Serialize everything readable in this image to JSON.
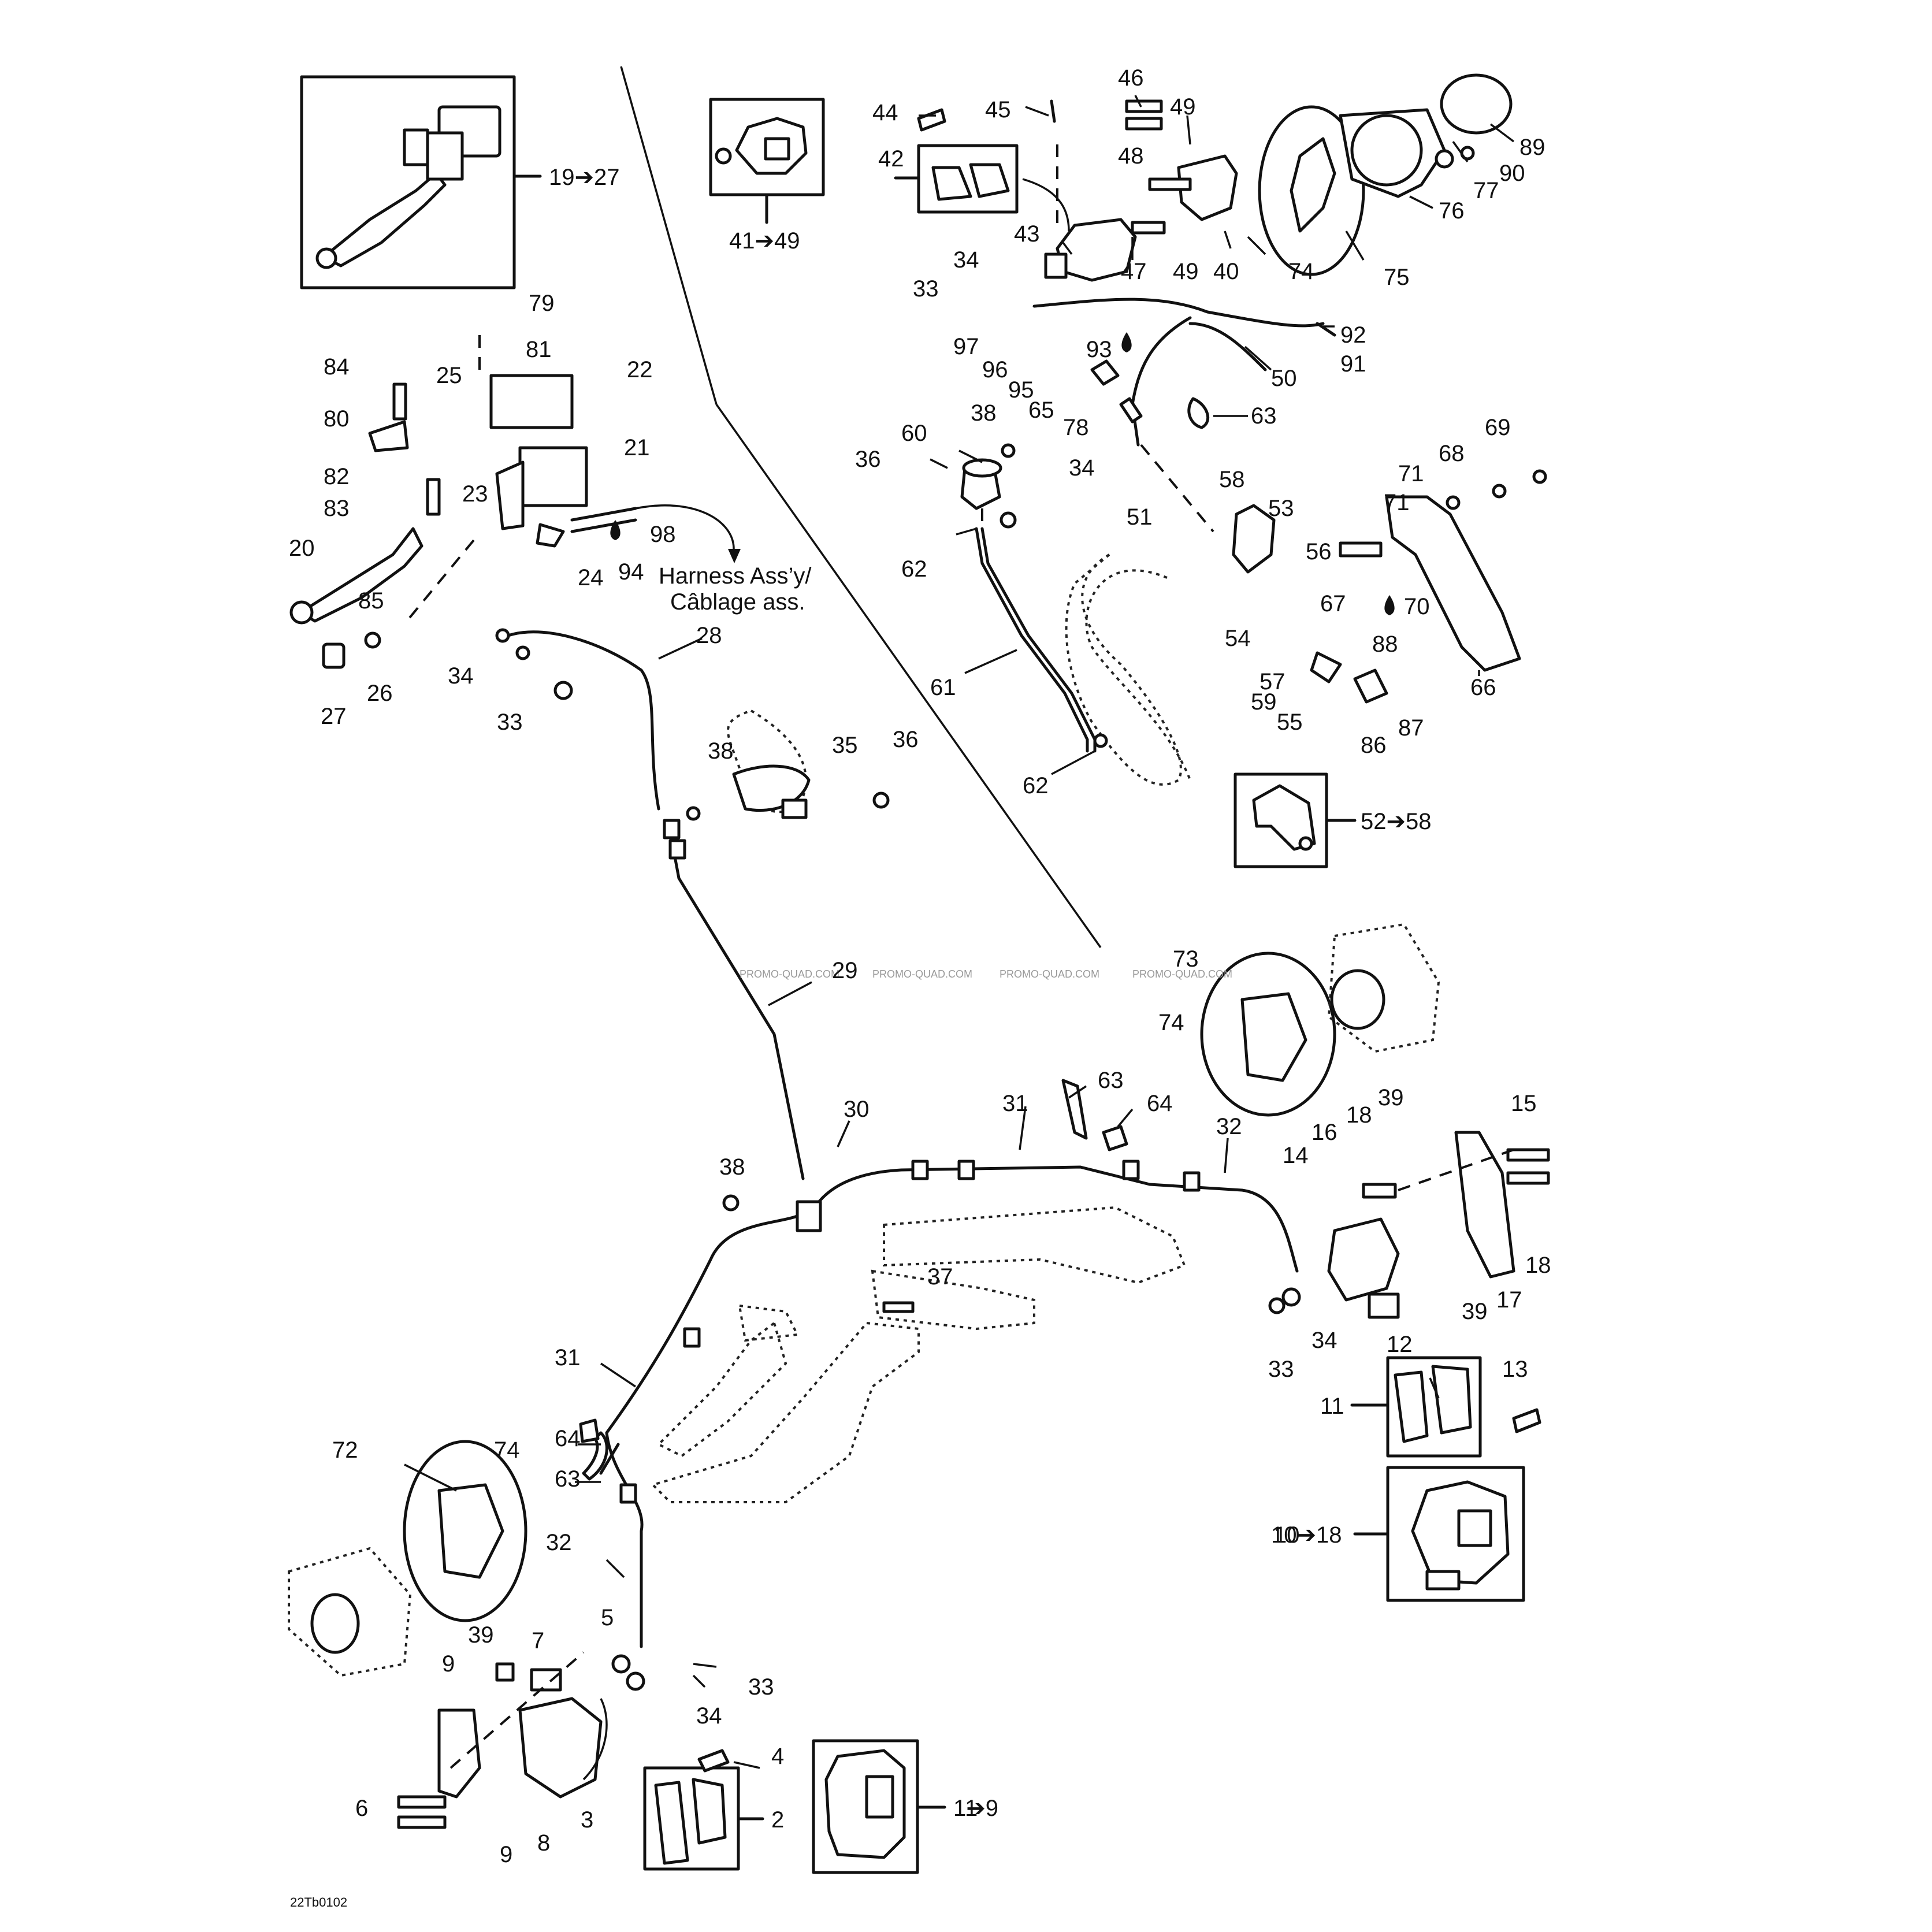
{
  "harness_note": [
    "Harness Ass’y/",
    "Câblage ass."
  ],
  "drawing_code": "22Tb0102",
  "watermark": "PROMO-QUAD.COM",
  "group_labels": [
    "19➔27",
    "41➔49",
    "52➔58",
    "10➔18",
    "1➔9"
  ],
  "callouts": [
    "1",
    "2",
    "3",
    "4",
    "5",
    "6",
    "7",
    "8",
    "9",
    "10",
    "11",
    "12",
    "13",
    "14",
    "15",
    "16",
    "17",
    "18",
    "19",
    "20",
    "21",
    "22",
    "23",
    "24",
    "25",
    "26",
    "27",
    "28",
    "29",
    "30",
    "31",
    "32",
    "33",
    "34",
    "35",
    "36",
    "37",
    "38",
    "39",
    "40",
    "41",
    "42",
    "43",
    "44",
    "45",
    "46",
    "47",
    "48",
    "49",
    "50",
    "51",
    "52",
    "53",
    "54",
    "55",
    "56",
    "57",
    "58",
    "59",
    "60",
    "61",
    "62",
    "63",
    "64",
    "65",
    "66",
    "67",
    "68",
    "69",
    "70",
    "71",
    "72",
    "73",
    "74",
    "75",
    "76",
    "77",
    "78",
    "79",
    "80",
    "81",
    "82",
    "83",
    "84",
    "85",
    "86",
    "87",
    "88",
    "89",
    "90",
    "91",
    "92",
    "93",
    "94",
    "95",
    "96",
    "97",
    "98"
  ]
}
